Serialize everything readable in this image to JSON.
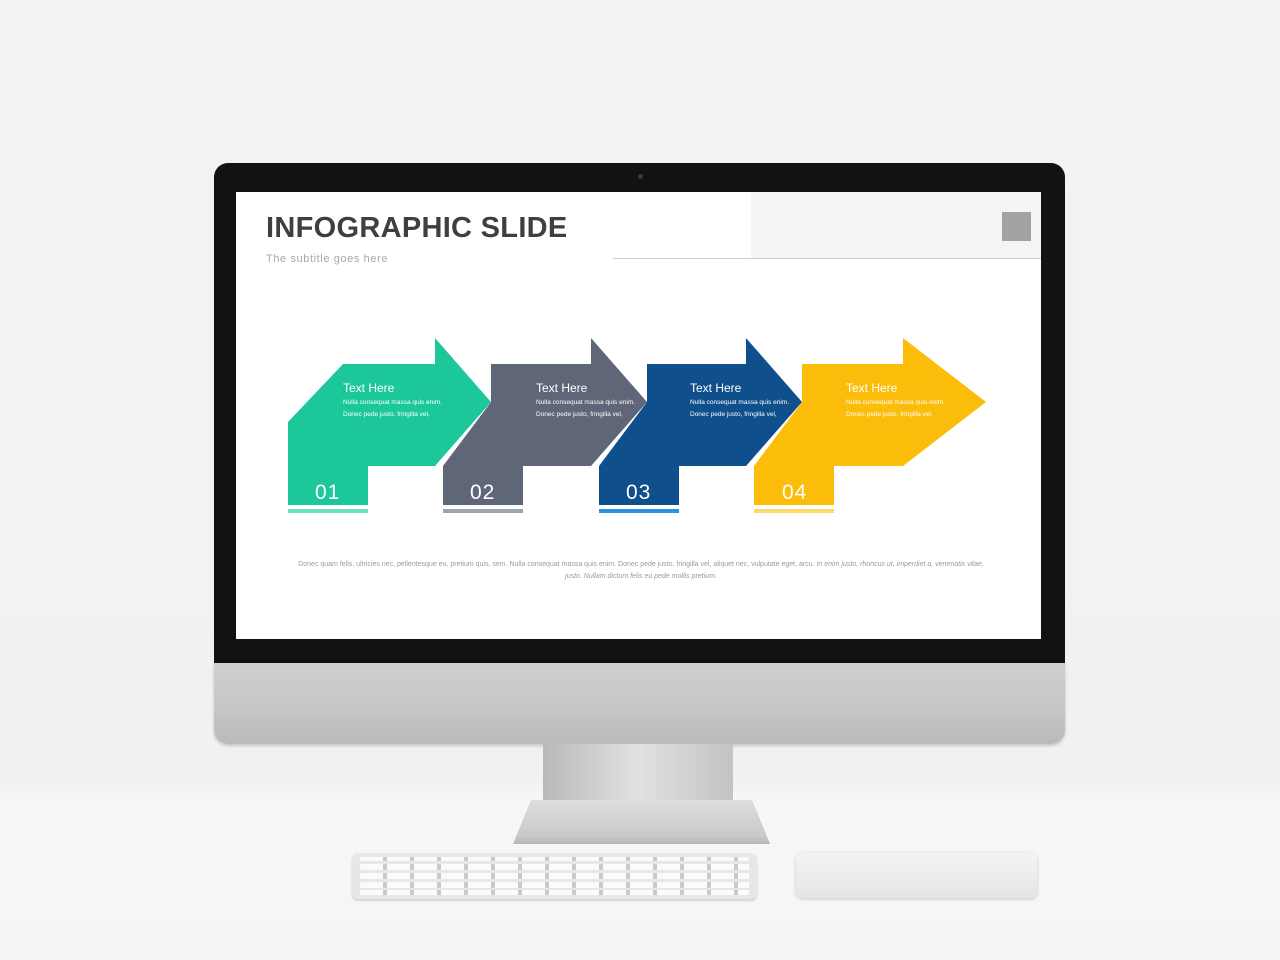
{
  "slide": {
    "title": "INFOGRAPHIC SLIDE",
    "subtitle": "The subtitle goes here",
    "footer_normal": "Donec quam felis, ultricies nec, pellentesque eu, pretium quis, sem. Nulla consequat massa quis enim. Donec pede justo, fringilla vel, aliquet nec, vulputate eget, arcu. ",
    "footer_italic": "In enim justo, rhoncus ut, imperdiet a, venenatis vitae, justo. Nullam dictum felis eu pede mollis pretium.",
    "steps": [
      {
        "number": "01",
        "title": "Text Here",
        "line1": "Nulla consequat massa quis enim.",
        "line2": "Donec pede justo, fringilla vel,",
        "color": "#1cc89a",
        "bar_color": "#6fe0c0"
      },
      {
        "number": "02",
        "title": "Text Here",
        "line1": "Nulla consequat massa quis enim.",
        "line2": "Donec pede justo, fringilla vel,",
        "color": "#5f6677",
        "bar_color": "#9ea3ae"
      },
      {
        "number": "03",
        "title": "Text Here",
        "line1": "Nulla consequat massa quis enim.",
        "line2": "Donec pede justo, fringilla vel,",
        "color": "#0f4f8c",
        "bar_color": "#2f8fe0"
      },
      {
        "number": "04",
        "title": "Text Here",
        "line1": "Nulla consequat massa quis enim.",
        "line2": "Donec pede justo, fringilla vel,",
        "color": "#fbbd0a",
        "bar_color": "#fcd96a"
      }
    ]
  }
}
